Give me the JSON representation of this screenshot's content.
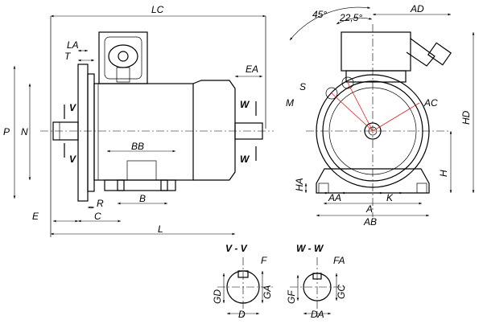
{
  "labels": {
    "LC": "LC",
    "LA": "LA",
    "T": "T",
    "EA": "EA",
    "P": "P",
    "N": "N",
    "V": "V",
    "W": "W",
    "BB": "BB",
    "B": "B",
    "R": "R",
    "C": "C",
    "E": "E",
    "L": "L",
    "angle45": "45°",
    "angle22": "22,5°",
    "AD": "AD",
    "S": "S",
    "M": "M",
    "AC": "AC",
    "HD": "HD",
    "HA": "HA",
    "H": "H",
    "AA": "AA",
    "A": "A",
    "K": "K",
    "AB": "AB"
  },
  "sections": {
    "vv": {
      "title": "V - V",
      "F": "F",
      "GD": "GD",
      "GA": "GA",
      "D": "D"
    },
    "ww": {
      "title": "W - W",
      "FA": "FA",
      "GF": "GF",
      "GC": "GC",
      "DA": "DA"
    }
  }
}
